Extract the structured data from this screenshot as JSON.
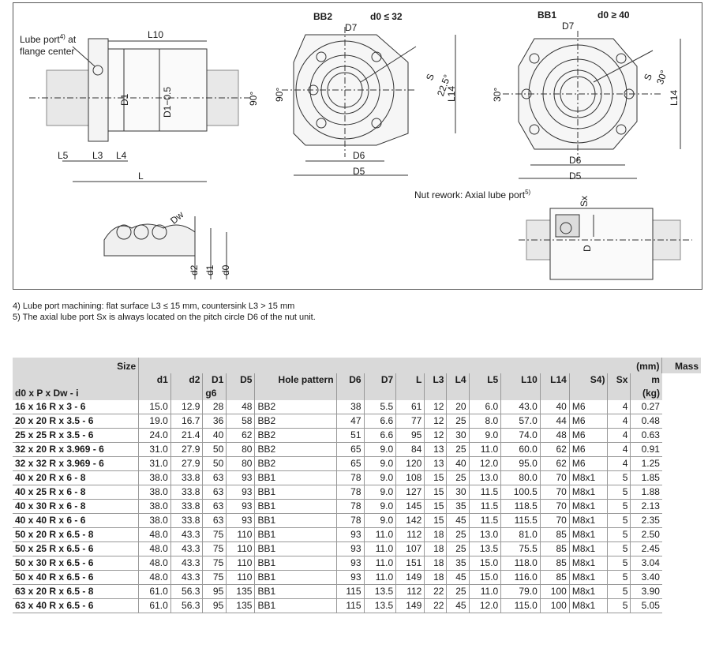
{
  "drawing": {
    "lube_port_line1": "Lube port",
    "lube_port_sup": "4)",
    "lube_port_line1b": " at",
    "lube_port_line2": "flange center",
    "L10": "L10",
    "D1": "D1",
    "D1_tol": "D1−0.5",
    "angle_90_a": "90°",
    "angle_90_b": "90°",
    "L5": "L5",
    "L3": "L3",
    "L4": "L4",
    "L": "L",
    "bb2": "BB2",
    "bb2_cond": "d0 ≤ 32",
    "bb1": "BB1",
    "bb1_cond": "d0 ≥ 40",
    "D7_a": "D7",
    "D7_b": "D7",
    "S_a": "S",
    "S_b": "S",
    "angle_22_5": "22.5°",
    "angle_30_a": "30°",
    "angle_30_b": "30°",
    "L14_a": "L14",
    "L14_b": "L14",
    "D6_a": "D6",
    "D6_b": "D6",
    "D5_a": "D5",
    "D5_b": "D5",
    "nut_rework": "Nut rework: Axial lube port",
    "nut_rework_sup": "5)",
    "Sx": "Sx",
    "D": "D",
    "Dw": "Dw",
    "d2": "d2",
    "d1": "d1",
    "d0": "d0"
  },
  "notes": [
    "4)  Lube port machining: flat surface L3 ≤ 15 mm, countersink L3 > 15 mm",
    "5)  The axial lube port Sx is always located on the pitch circle D6 of the nut unit."
  ],
  "table": {
    "header": {
      "size": "Size",
      "mm": "(mm)",
      "mass": "Mass",
      "d1": "d1",
      "d2": "d2",
      "D1": "D1",
      "D5": "D5",
      "hole_pattern": "Hole pattern",
      "D6": "D6",
      "D7": "D7",
      "L": "L",
      "L3": "L3",
      "L4": "L4",
      "L5": "L5",
      "L10": "L10",
      "L14": "L14",
      "S": "S4)",
      "Sx": "Sx",
      "m": "m",
      "size_formula": "d0 x P x Dw - i",
      "g6": "g6",
      "kg": "(kg)"
    },
    "rows": [
      [
        "16 x 16 R x 3 - 6",
        "15.0",
        "12.9",
        "28",
        "48",
        "BB2",
        "38",
        "5.5",
        "61",
        "12",
        "20",
        "6.0",
        "43.0",
        "40",
        "M6",
        "4",
        "0.27"
      ],
      [
        "20 x 20 R x 3.5 - 6",
        "19.0",
        "16.7",
        "36",
        "58",
        "BB2",
        "47",
        "6.6",
        "77",
        "12",
        "25",
        "8.0",
        "57.0",
        "44",
        "M6",
        "4",
        "0.48"
      ],
      [
        "25 x 25 R x 3.5 - 6",
        "24.0",
        "21.4",
        "40",
        "62",
        "BB2",
        "51",
        "6.6",
        "95",
        "12",
        "30",
        "9.0",
        "74.0",
        "48",
        "M6",
        "4",
        "0.63"
      ],
      [
        "32 x 20 R x 3.969 - 6",
        "31.0",
        "27.9",
        "50",
        "80",
        "BB2",
        "65",
        "9.0",
        "84",
        "13",
        "25",
        "11.0",
        "60.0",
        "62",
        "M6",
        "4",
        "0.91"
      ],
      [
        "32 x 32 R x 3.969 - 6",
        "31.0",
        "27.9",
        "50",
        "80",
        "BB2",
        "65",
        "9.0",
        "120",
        "13",
        "40",
        "12.0",
        "95.0",
        "62",
        "M6",
        "4",
        "1.25"
      ],
      [
        "40 x 20 R x 6 - 8",
        "38.0",
        "33.8",
        "63",
        "93",
        "BB1",
        "78",
        "9.0",
        "108",
        "15",
        "25",
        "13.0",
        "80.0",
        "70",
        "M8x1",
        "5",
        "1.85"
      ],
      [
        "40 x 25 R x 6 - 8",
        "38.0",
        "33.8",
        "63",
        "93",
        "BB1",
        "78",
        "9.0",
        "127",
        "15",
        "30",
        "11.5",
        "100.5",
        "70",
        "M8x1",
        "5",
        "1.88"
      ],
      [
        "40 x 30 R x 6 - 8",
        "38.0",
        "33.8",
        "63",
        "93",
        "BB1",
        "78",
        "9.0",
        "145",
        "15",
        "35",
        "11.5",
        "118.5",
        "70",
        "M8x1",
        "5",
        "2.13"
      ],
      [
        "40 x 40 R x 6 - 6",
        "38.0",
        "33.8",
        "63",
        "93",
        "BB1",
        "78",
        "9.0",
        "142",
        "15",
        "45",
        "11.5",
        "115.5",
        "70",
        "M8x1",
        "5",
        "2.35"
      ],
      [
        "50 x 20 R x 6.5 - 8",
        "48.0",
        "43.3",
        "75",
        "110",
        "BB1",
        "93",
        "11.0",
        "112",
        "18",
        "25",
        "13.0",
        "81.0",
        "85",
        "M8x1",
        "5",
        "2.50"
      ],
      [
        "50 x 25 R x 6.5 - 6",
        "48.0",
        "43.3",
        "75",
        "110",
        "BB1",
        "93",
        "11.0",
        "107",
        "18",
        "25",
        "13.5",
        "75.5",
        "85",
        "M8x1",
        "5",
        "2.45"
      ],
      [
        "50 x 30 R x 6.5 - 6",
        "48.0",
        "43.3",
        "75",
        "110",
        "BB1",
        "93",
        "11.0",
        "151",
        "18",
        "35",
        "15.0",
        "118.0",
        "85",
        "M8x1",
        "5",
        "3.04"
      ],
      [
        "50 x 40 R x 6.5 - 6",
        "48.0",
        "43.3",
        "75",
        "110",
        "BB1",
        "93",
        "11.0",
        "149",
        "18",
        "45",
        "15.0",
        "116.0",
        "85",
        "M8x1",
        "5",
        "3.40"
      ],
      [
        "63 x 20 R x 6.5 - 8",
        "61.0",
        "56.3",
        "95",
        "135",
        "BB1",
        "115",
        "13.5",
        "112",
        "22",
        "25",
        "11.0",
        "79.0",
        "100",
        "M8x1",
        "5",
        "3.90"
      ],
      [
        "63 x 40 R x 6.5 - 6",
        "61.0",
        "56.3",
        "95",
        "135",
        "BB1",
        "115",
        "13.5",
        "149",
        "22",
        "45",
        "12.0",
        "115.0",
        "100",
        "M8x1",
        "5",
        "5.05"
      ]
    ]
  }
}
